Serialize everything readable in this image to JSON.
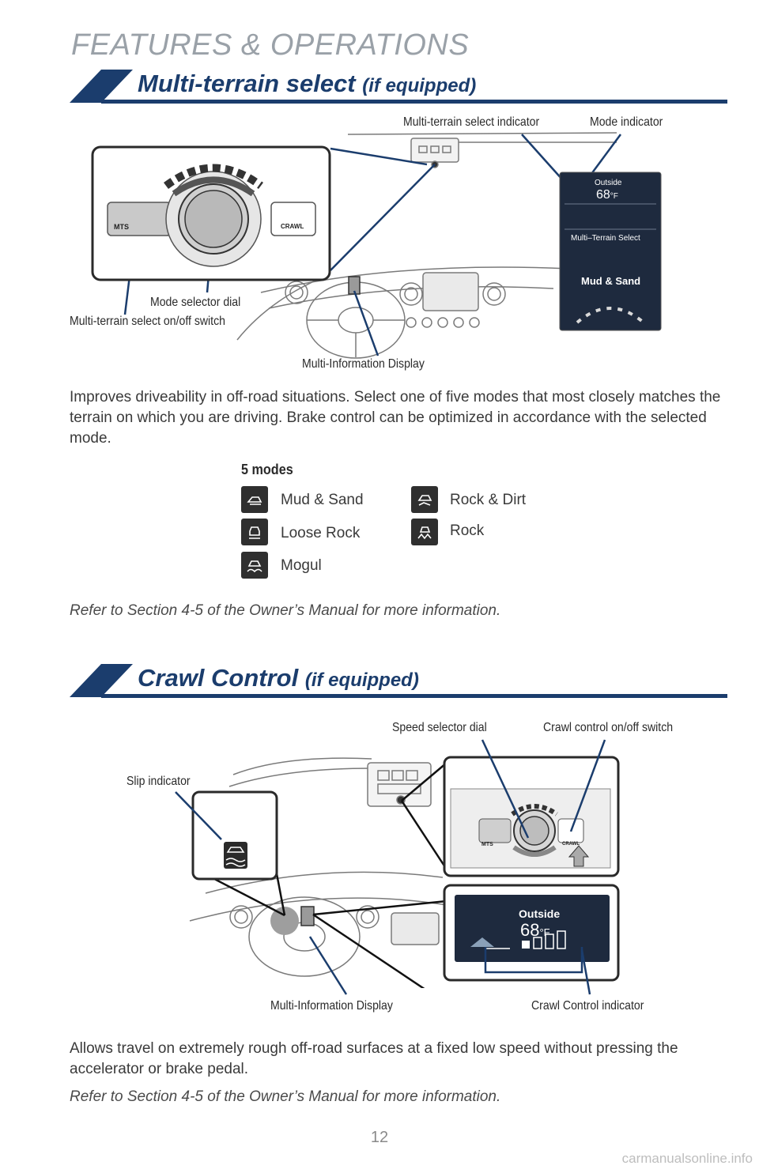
{
  "page": {
    "header": "FEATURES & OPERATIONS",
    "page_number": "12",
    "watermark": "carmanualsonline.info"
  },
  "mts": {
    "title": "Multi-terrain select",
    "title_suffix": "(if equipped)",
    "callouts": {
      "mts_indicator": "Multi-terrain select indicator",
      "mode_indicator": "Mode indicator",
      "mode_selector_dial": "Mode selector dial",
      "onoff_switch": "Multi-terrain select on/off switch",
      "mid": "Multi-Information Display"
    },
    "panel": {
      "left_button": "MTS",
      "right_button": "CRAWL"
    },
    "display": {
      "outside_label": "Outside",
      "temperature": "68",
      "temp_unit": "°F",
      "menu_title": "Multi–Terrain Select",
      "mode_name": "Mud & Sand"
    },
    "body": "Improves driveability in off-road situations. Select one of five modes that most closely matches the terrain on which you are driving. Brake control can be optimized in accordance with the selected mode.",
    "modes_heading": "5 modes",
    "modes": {
      "mud_sand": "Mud & Sand",
      "loose_rock": "Loose Rock",
      "mogul": "Mogul",
      "rock_dirt": "Rock & Dirt",
      "rock": "Rock"
    },
    "note": "Refer to Section 4-5 of the Owner’s Manual for more information."
  },
  "crawl": {
    "title": "Crawl Control",
    "title_suffix": "(if equipped)",
    "callouts": {
      "speed_dial": "Speed selector dial",
      "onoff_switch": "Crawl control on/off switch",
      "slip_indicator": "Slip indicator",
      "mid": "Multi-Information Display",
      "crawl_indicator": "Crawl Control indicator"
    },
    "panel": {
      "left_button": "MTS",
      "right_button": "CRAWL"
    },
    "display": {
      "outside_label": "Outside",
      "temperature": "68",
      "temp_unit": "°F"
    },
    "body": "Allows travel on extremely rough off-road surfaces at a fixed low speed without pressing the accelerator or brake pedal.",
    "note": "Refer to Section 4-5 of the Owner’s Manual for more information."
  },
  "colors": {
    "brand_blue": "#1b3d6d",
    "display_bg": "#1e2a3e"
  }
}
